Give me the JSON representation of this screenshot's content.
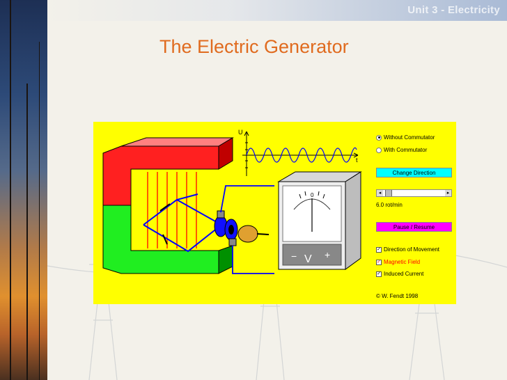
{
  "header": {
    "unit_label": "Unit 3 - Electricity"
  },
  "slide": {
    "title": "The Electric Generator"
  },
  "applet": {
    "graph": {
      "y_label": "U",
      "x_label": "t"
    },
    "meter": {
      "zero_label": "0",
      "minus_label": "−",
      "v_label": "V",
      "plus_label": "+"
    },
    "controls": {
      "mode_options": [
        {
          "label": "Without Commutator",
          "selected": true
        },
        {
          "label": "With Commutator",
          "selected": false
        }
      ],
      "change_direction_label": "Change Direction",
      "speed_label": "6.0 rot/min",
      "pause_resume_label": "Pause / Resume",
      "checkboxes": [
        {
          "label": "Direction of Movement",
          "checked": true,
          "color": "#000000"
        },
        {
          "label": "Magnetic Field",
          "checked": true,
          "color": "#ff0000"
        },
        {
          "label": "Induced Current",
          "checked": true,
          "color": "#000000"
        }
      ],
      "copyright": "© W. Fendt 1998"
    }
  },
  "colors": {
    "title": "#e06b1f",
    "applet_bg": "#ffff00",
    "magnet_north": "#ff2020",
    "magnet_south": "#20ee20",
    "button_cyan": "#00ffff",
    "button_magenta": "#ff00ff"
  }
}
